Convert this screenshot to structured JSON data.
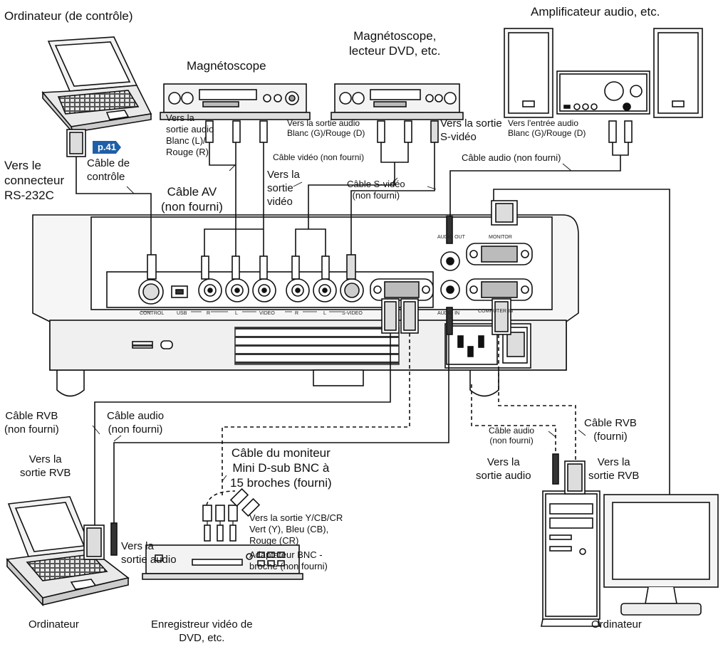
{
  "devices": {
    "control_computer": "Ordinateur (de contrôle)",
    "vcr": "Magnétoscope",
    "vcr_dvd": "Magnétoscope,\nlecteur DVD, etc.",
    "amplifier": "Amplificateur audio, etc.",
    "computer_left": "Ordinateur",
    "dvd_recorder": "Enregistreur vidéo de\nDVD, etc.",
    "computer_right": "Ordinateur"
  },
  "labels": {
    "page_ref": "p.41",
    "rs232c": "Vers le\nconnecteur\nRS-232C",
    "control_cable": "Câble de\ncontrôle",
    "vcr_audio_out": "Vers la\nsortie audio\nBlanc (L)/\nRouge (R)",
    "video_out": "Vers la\nsortie\nvidéo",
    "av_cable": "Câble AV\n(non fourni)",
    "dvd_audio_out": "Vers la sortie audio\nBlanc (G)/Rouge (D)",
    "svideo_out": "Vers la sortie\nS-vidéo",
    "video_cable": "Câble vidéo (non fourni)",
    "svideo_cable": "Câble S-vidéo\n(non fourni)",
    "amp_audio_in": "Vers l'entrée audio\nBlanc (G)/Rouge (D)",
    "audio_cable_top": "Câble audio (non fourni)",
    "rgb_cable_left": "Câble RVB\n(non fourni)",
    "audio_cable_left": "Câble audio\n(non fourni)",
    "rgb_out_left": "Vers la\nsortie RVB",
    "audio_out_left": "Vers la\nsortie audio",
    "monitor_cable": "Câble du moniteur\nMini D-sub BNC à\n15 broches (fourni)",
    "ycbcr_out": "Vers la sortie Y/CB/CR\nVert (Y), Bleu (CB),\nRouge (CR)",
    "bnc_adapter": "Adaptateur BNC -\nbroche (non fourni)",
    "audio_cable_right": "Câble audio\n(non fourni)",
    "rgb_cable_right": "Câble RVB\n(fourni)",
    "audio_out_right": "Vers la\nsortie audio",
    "rgb_out_right": "Vers la\nsortie RVB"
  },
  "ports": {
    "audio_out": "AUDIO OUT",
    "monitor": "MONITOR",
    "control": "CONTROL",
    "usb": "USB",
    "r1": "R",
    "l1": "L",
    "video": "VIDEO",
    "r2": "R",
    "l2": "L",
    "svideo": "S-VIDEO",
    "audio_in": "AUDIO IN",
    "computer_in": "COMPUTER IN"
  }
}
